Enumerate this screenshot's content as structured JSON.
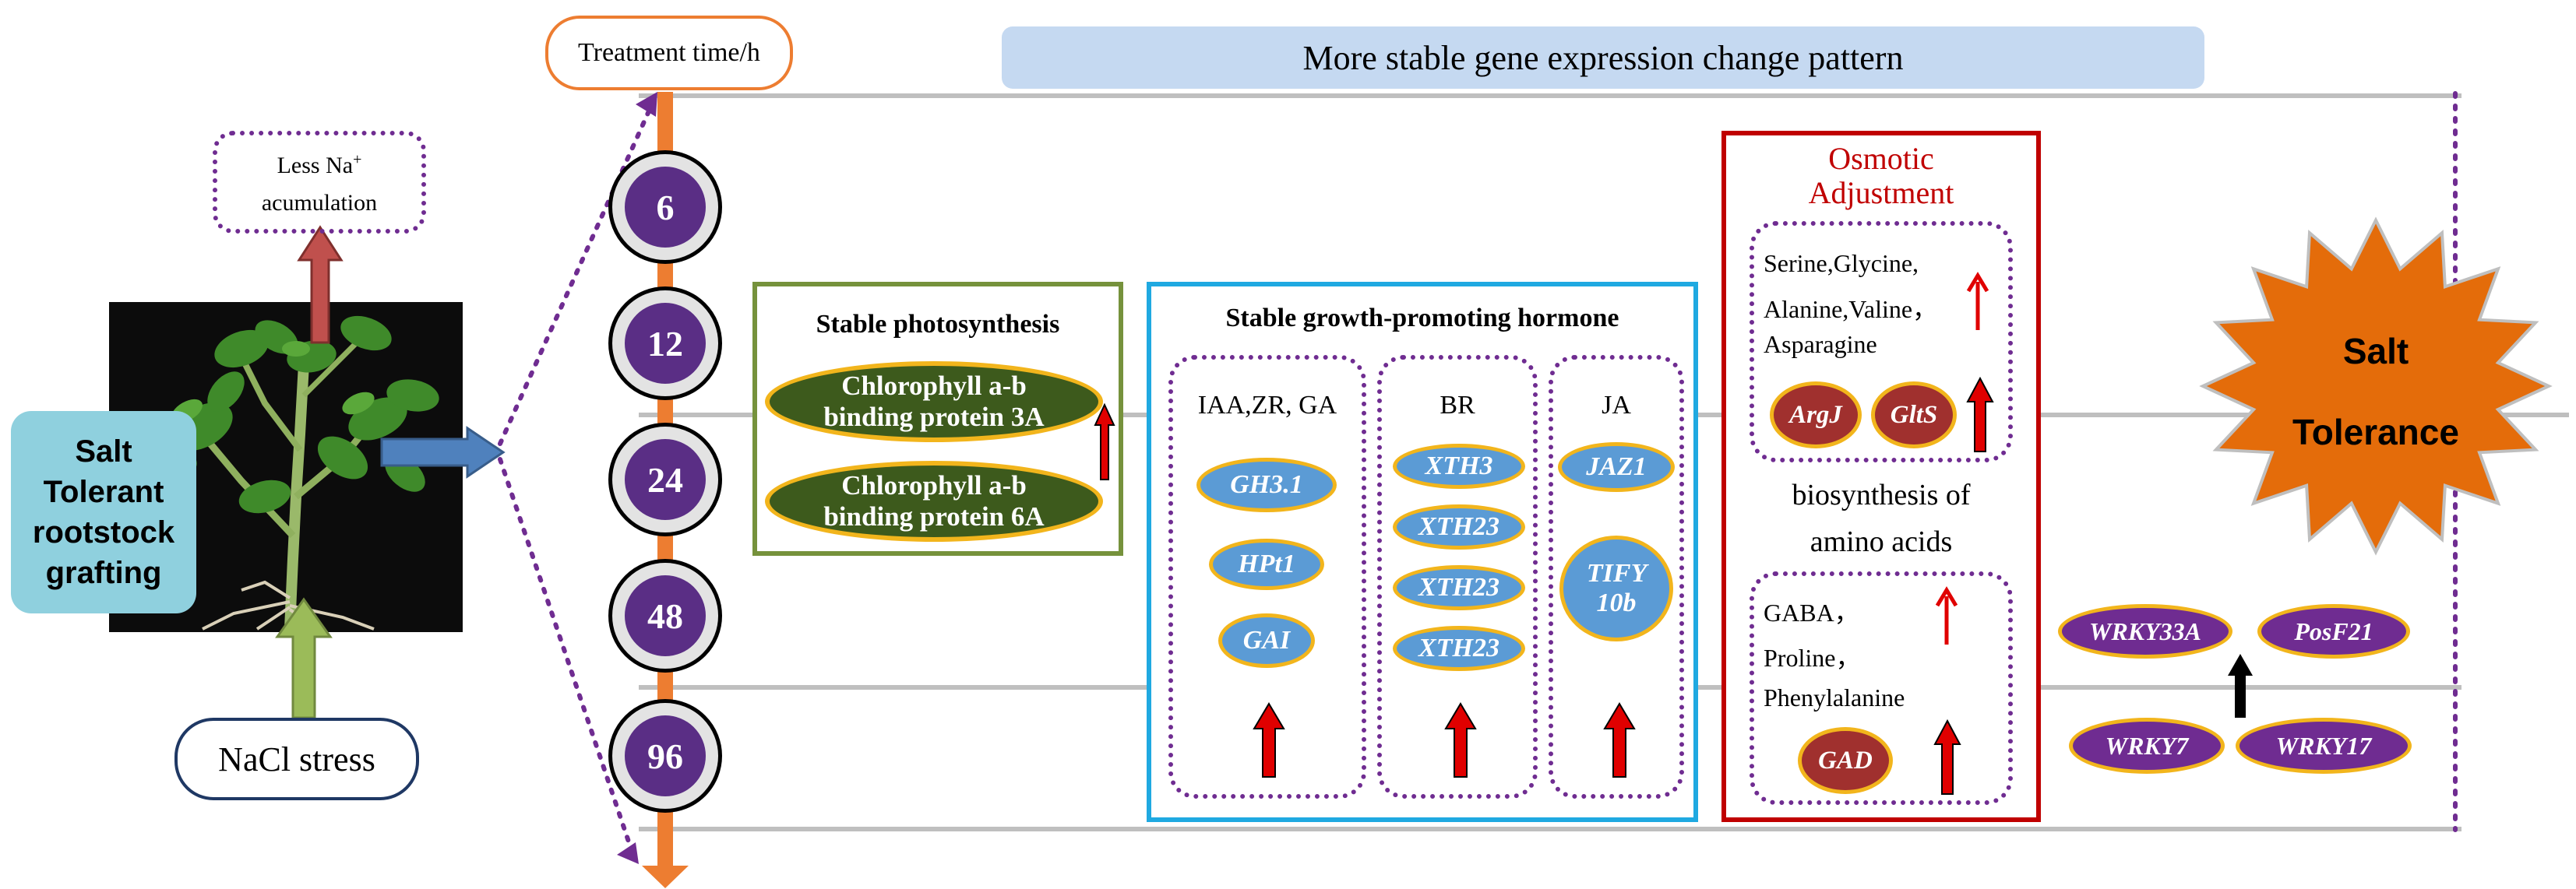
{
  "left": {
    "less_na_line1": "Less Na",
    "less_na_sup": "+",
    "less_na_line2": "acumulation",
    "rootstock_lines": [
      "Salt",
      "Tolerant",
      "rootstock",
      "grafting"
    ],
    "nacl": "NaCl stress"
  },
  "timeline": {
    "label": "Treatment time/h",
    "times": [
      "6",
      "12",
      "24",
      "48",
      "96"
    ]
  },
  "banner": "More stable gene expression change pattern",
  "photosynthesis": {
    "title": "Stable photosynthesis",
    "genes": [
      "Chlorophyll a-b binding protein 3A",
      "Chlorophyll a-b binding protein 6A"
    ]
  },
  "hormone": {
    "title": "Stable growth-promoting hormone",
    "groups": [
      {
        "label": "IAA,ZR, GA",
        "genes": [
          "GH3.1",
          "HPt1",
          "GAI"
        ]
      },
      {
        "label": "BR",
        "genes": [
          "XTH3",
          "XTH23",
          "XTH23",
          "XTH23"
        ]
      },
      {
        "label": "JA",
        "genes": [
          "JAZ1",
          "TIFY 10b"
        ]
      }
    ]
  },
  "osmotic": {
    "title_line1": "Osmotic",
    "title_line2": "Adjustment",
    "group1_lines": [
      "Serine,Glycine,",
      "Alanine,Valine，",
      "Asparagine"
    ],
    "group1_genes": [
      "ArgJ",
      "GltS"
    ],
    "middle_lines": [
      "biosynthesis of",
      "amino acids"
    ],
    "group2_lines": [
      "GABA，",
      "Proline，",
      "Phenylalanine"
    ],
    "group2_genes": [
      "GAD"
    ]
  },
  "wrky": [
    "WRKY33A",
    "PosF21",
    "WRKY7",
    "WRKY17"
  ],
  "outcome": {
    "line1": "Salt",
    "line2": "Tolerance"
  },
  "colors": {
    "accent_orange": "#ed7d31",
    "rootstock_box": "#8fd0de",
    "banner": "#c5d9f1",
    "green_frame": "#76923c",
    "blue_frame": "#1fa9e1",
    "red_frame": "#c00000",
    "dotted": "#6f2c91",
    "star": "#e46c0a"
  }
}
